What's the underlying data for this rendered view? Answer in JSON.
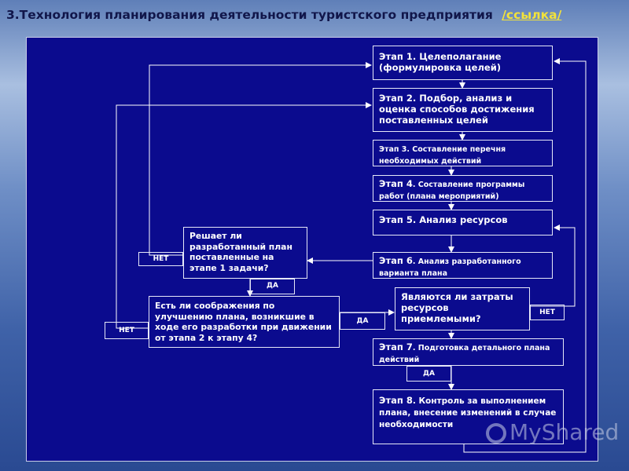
{
  "title": {
    "text": "3.Технология планирования деятельности туристского предприятия",
    "link": "/ссылка/"
  },
  "stages": {
    "s1": {
      "a": "Этап 1. Целеполагание (формулировка целей)"
    },
    "s2": {
      "a": "Этап 2. Подбор, анализ и оценка способов достижения поставленных целей"
    },
    "s3": {
      "a": "Этап 3. Составление перечня необходимых действий"
    },
    "s4": {
      "a": "Этап 4",
      "b": ". Составление программы работ (плана мероприятий)"
    },
    "s5": {
      "a": "Этап 5. Анализ ресурсов"
    },
    "s6": {
      "a": "Этап 6",
      "b": ". Анализ разработанного варианта плана"
    },
    "s7": {
      "a": "Этап 7",
      "b": ". Подготовка детального плана действий"
    },
    "s8": {
      "a": "Этап 8",
      "b": ". Контроль за выполнением плана, внесение изменений в случае необходимости"
    }
  },
  "questions": {
    "q1": "Решает ли разработанный план поставленные на этапе 1 задачи?",
    "q2": "Есть ли соображения по улучшению плана, возникшие в ходе его разработки при движении от этапа 2 к этапу 4?",
    "q3": "Являются ли затраты ресурсов приемлемыми?"
  },
  "tags": {
    "no": "НЕТ",
    "yes": "ДА"
  },
  "watermark": "MyShared"
}
